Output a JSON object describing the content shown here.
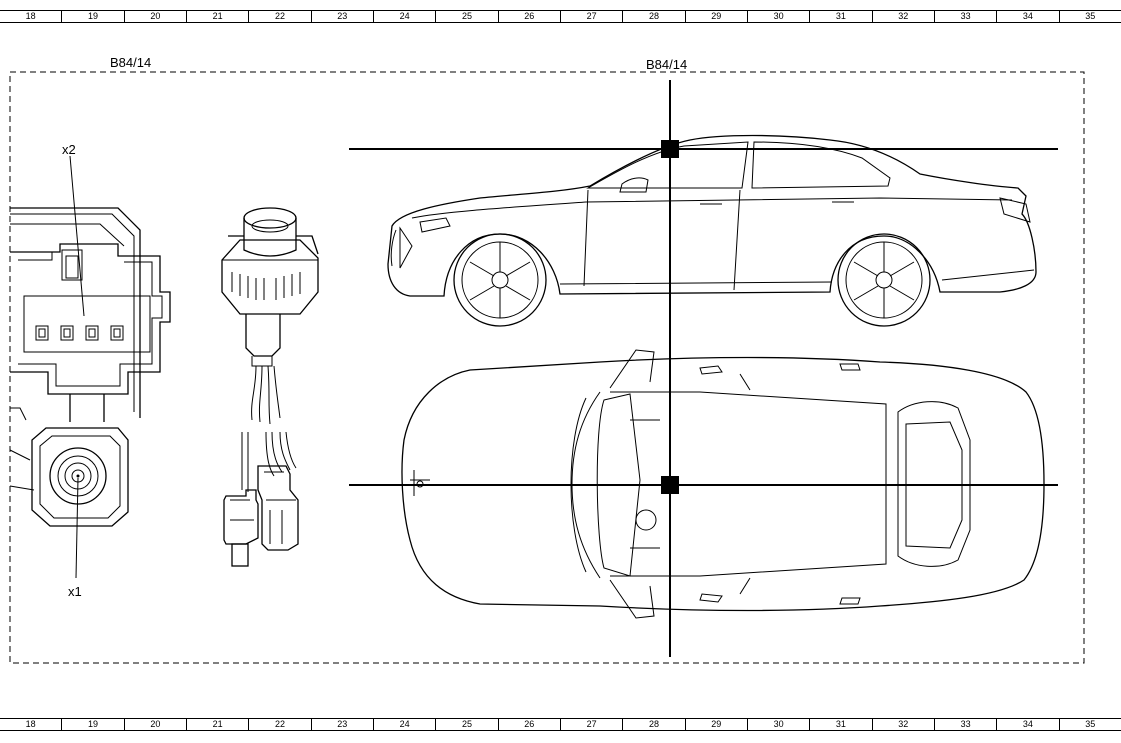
{
  "ruler": {
    "columns": [
      "18",
      "19",
      "20",
      "21",
      "22",
      "23",
      "24",
      "25",
      "26",
      "27",
      "28",
      "29",
      "30",
      "31",
      "32",
      "33",
      "34",
      "35"
    ]
  },
  "labels": {
    "component_left": "B84/14",
    "component_right": "B84/14",
    "connector_x2": "x2",
    "connector_x1": "x1"
  }
}
